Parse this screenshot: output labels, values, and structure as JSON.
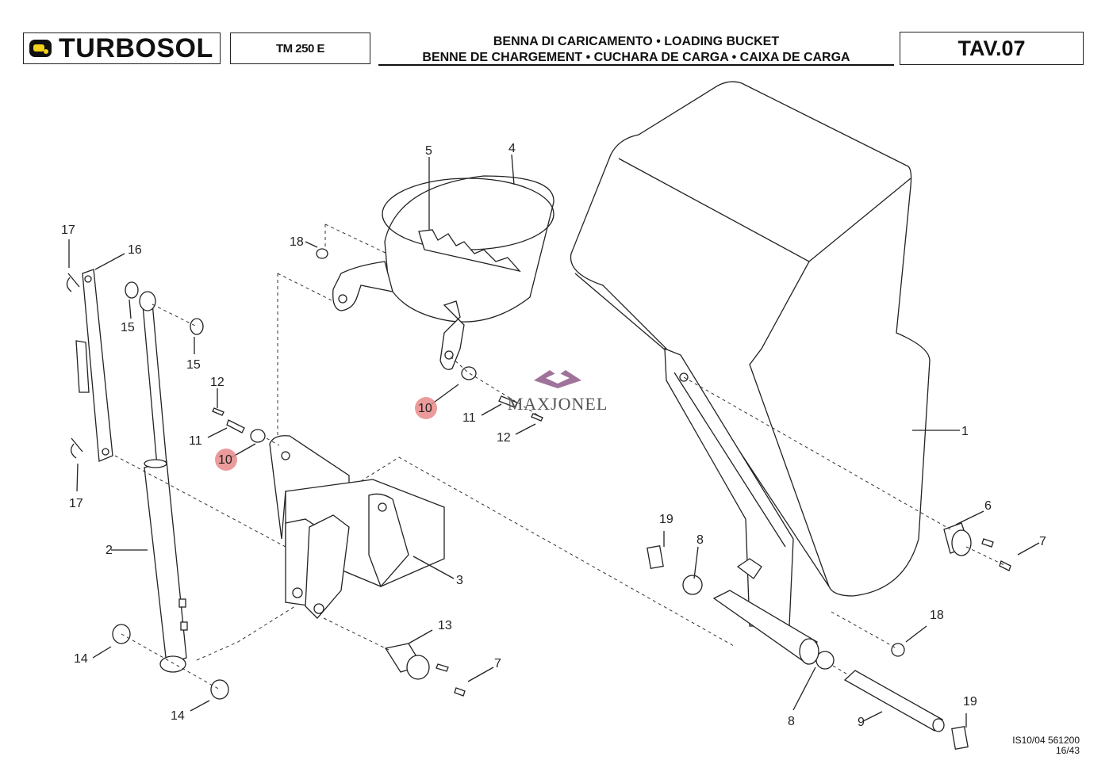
{
  "header": {
    "brand": "TURBOSOL",
    "model": "TM 250 E",
    "title_line1": "BENNA DI CARICAMENTO • LOADING BUCKET",
    "title_line2": "BENNE DE CHARGEMENT • CUCHARA DE CARGA • CAIXA DE CARGA",
    "table_id": "TAV.07"
  },
  "footer": {
    "doc_ref": "IS10/04 561200",
    "page": "16/43"
  },
  "watermark": "MAXJONEL",
  "callouts": {
    "c1": "1",
    "c2": "2",
    "c3": "3",
    "c4": "4",
    "c5": "5",
    "c6": "6",
    "c7a": "7",
    "c7b": "7",
    "c8a": "8",
    "c8b": "8",
    "c9": "9",
    "c10a": "10",
    "c10b": "10",
    "c11a": "11",
    "c11b": "11",
    "c12a": "12",
    "c12b": "12",
    "c13": "13",
    "c14a": "14",
    "c14b": "14",
    "c15a": "15",
    "c15b": "15",
    "c16": "16",
    "c17a": "17",
    "c17b": "17",
    "c18a": "18",
    "c18b": "18",
    "c19a": "19",
    "c19b": "19"
  },
  "colors": {
    "highlight": "#e88a8a",
    "ink": "#222222"
  }
}
